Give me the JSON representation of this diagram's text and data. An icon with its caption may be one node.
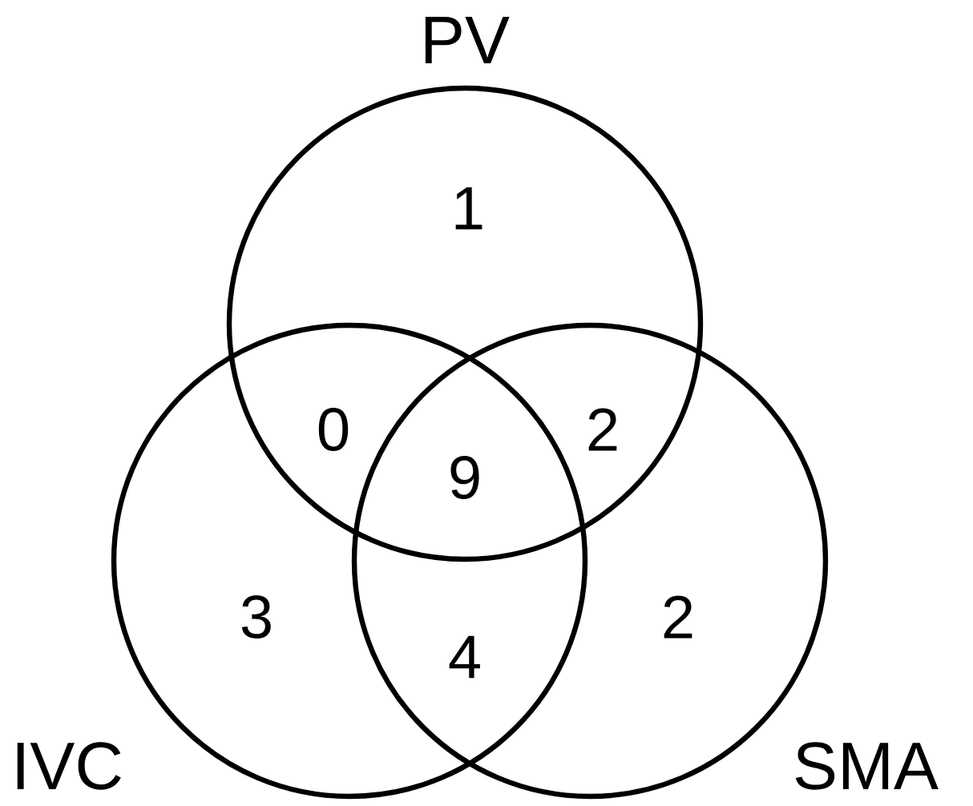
{
  "diagram": {
    "nodes": [
      {
        "text": [
          "PV"
        ]
      },
      {
        "text": [
          "IVC"
        ]
      },
      {
        "text": [
          "SMA"
        ]
      }
    ],
    "labels": [
      "1",
      "0",
      "9",
      "2",
      "3",
      "4",
      "2"
    ]
  }
}
